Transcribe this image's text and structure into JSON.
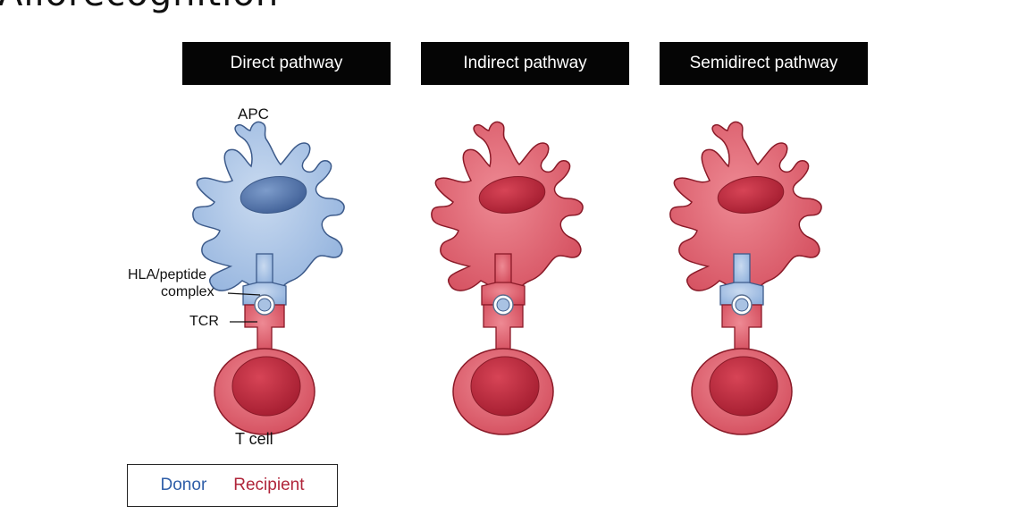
{
  "title": "Allorecognition",
  "pathways": [
    "Direct pathway",
    "Indirect pathway",
    "Semidirect pathway"
  ],
  "labels": {
    "apc": "APC",
    "hla_line1": "HLA/peptide",
    "hla_line2": "complex",
    "tcr": "TCR",
    "tcell": "T cell"
  },
  "legend": {
    "donor": "Donor",
    "recipient": "Recipient"
  },
  "colors": {
    "donor": "#a9c2e3",
    "donor_stroke": "#3c5a8a",
    "recipient": "#e0606e",
    "recipient_stroke": "#8a1a28",
    "donor_text": "#2f5ea8",
    "recipient_text": "#b0253a"
  },
  "panels": [
    {
      "pathway": "Direct pathway",
      "apc": "donor",
      "hla": "donor",
      "tcell": "recipient"
    },
    {
      "pathway": "Indirect pathway",
      "apc": "recipient",
      "hla": "recipient",
      "tcell": "recipient"
    },
    {
      "pathway": "Semidirect pathway",
      "apc": "recipient",
      "hla": "donor",
      "tcell": "recipient"
    }
  ]
}
